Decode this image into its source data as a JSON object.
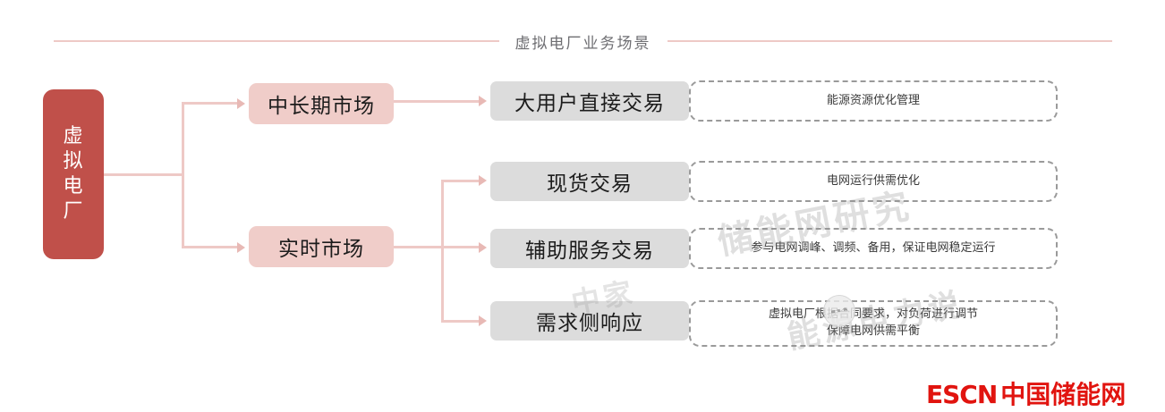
{
  "header": {
    "title": "虚拟电厂业务场景"
  },
  "root": {
    "label": "虚拟电厂",
    "chars": [
      "虚",
      "拟",
      "电",
      "厂"
    ],
    "color": "#c0504a"
  },
  "markets": [
    {
      "label": "中长期市场",
      "color": "#f0cdc9"
    },
    {
      "label": "实时市场",
      "color": "#f0cdc9"
    }
  ],
  "trades": [
    {
      "label": "大用户直接交易",
      "color": "#dcdcdc"
    },
    {
      "label": "现货交易",
      "color": "#dcdcdc"
    },
    {
      "label": "辅助服务交易",
      "color": "#dcdcdc"
    },
    {
      "label": "需求侧响应",
      "color": "#dcdcdc"
    }
  ],
  "descriptions": [
    {
      "line1": "能源资源优化管理",
      "line2": ""
    },
    {
      "line1": "电网运行供需优化",
      "line2": ""
    },
    {
      "line1": "参与电网调峰、调频、备用，保证电网稳定运行",
      "line2": ""
    },
    {
      "line1": "虚拟电厂根据合同要求，对负荷进行调节",
      "line2": "保障电网供需平衡"
    }
  ],
  "watermarks": {
    "text1": "储能网研究",
    "text2": "能源电力说",
    "text3": "中家"
  },
  "logo": {
    "escn": "ESCN",
    "cn": "中国储能网",
    "color": "#e1140f"
  },
  "theme": {
    "connector": "#eec9c6",
    "arrow": "#e8b9b5",
    "dash_border": "#9a9a9a",
    "title_color": "#6e6e72"
  }
}
